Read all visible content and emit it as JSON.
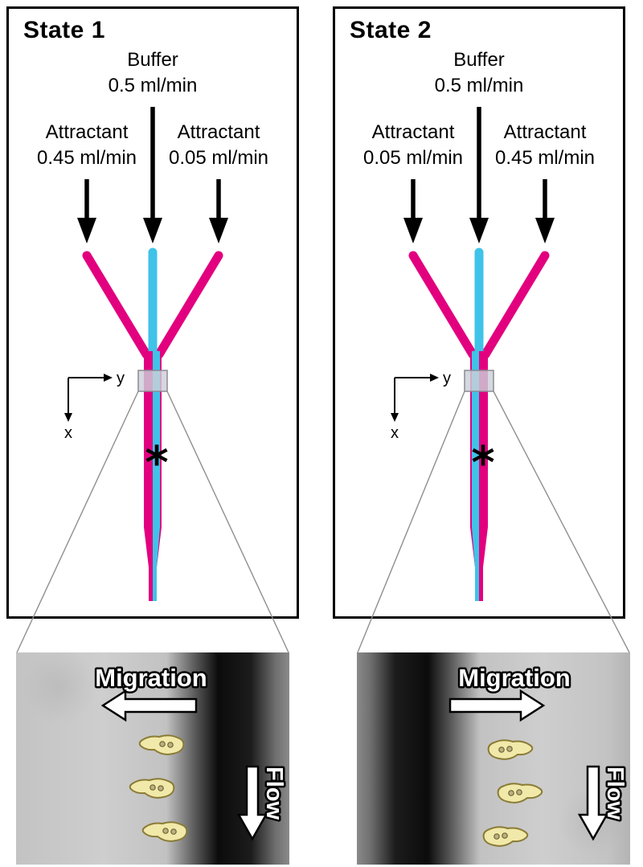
{
  "figure": {
    "colors": {
      "attractant": "#e2007f",
      "buffer": "#3fc3e8",
      "window": "#ccd0d8",
      "window_border": "#8b8b94"
    },
    "panels": [
      {
        "title": "State 1",
        "buffer": {
          "label": "Buffer",
          "rate": "0.5 ml/min"
        },
        "left_inlet": {
          "label": "Attractant",
          "rate": "0.45 ml/min"
        },
        "right_inlet": {
          "label": "Attractant",
          "rate": "0.05 ml/min"
        },
        "axes": {
          "x": "x",
          "y": "y"
        },
        "marker": "*",
        "micrograph": {
          "migration_label": "Migration",
          "migration_direction": "left",
          "flow_label": "Flow",
          "flow_direction": "down",
          "cell_count": 3,
          "attractant_band_side": "right"
        }
      },
      {
        "title": "State 2",
        "buffer": {
          "label": "Buffer",
          "rate": "0.5 ml/min"
        },
        "left_inlet": {
          "label": "Attractant",
          "rate": "0.05 ml/min"
        },
        "right_inlet": {
          "label": "Attractant",
          "rate": "0.45 ml/min"
        },
        "axes": {
          "x": "x",
          "y": "y"
        },
        "marker": "*",
        "micrograph": {
          "migration_label": "Migration",
          "migration_direction": "right",
          "flow_label": "Flow",
          "flow_direction": "down",
          "cell_count": 3,
          "attractant_band_side": "left"
        }
      }
    ]
  }
}
